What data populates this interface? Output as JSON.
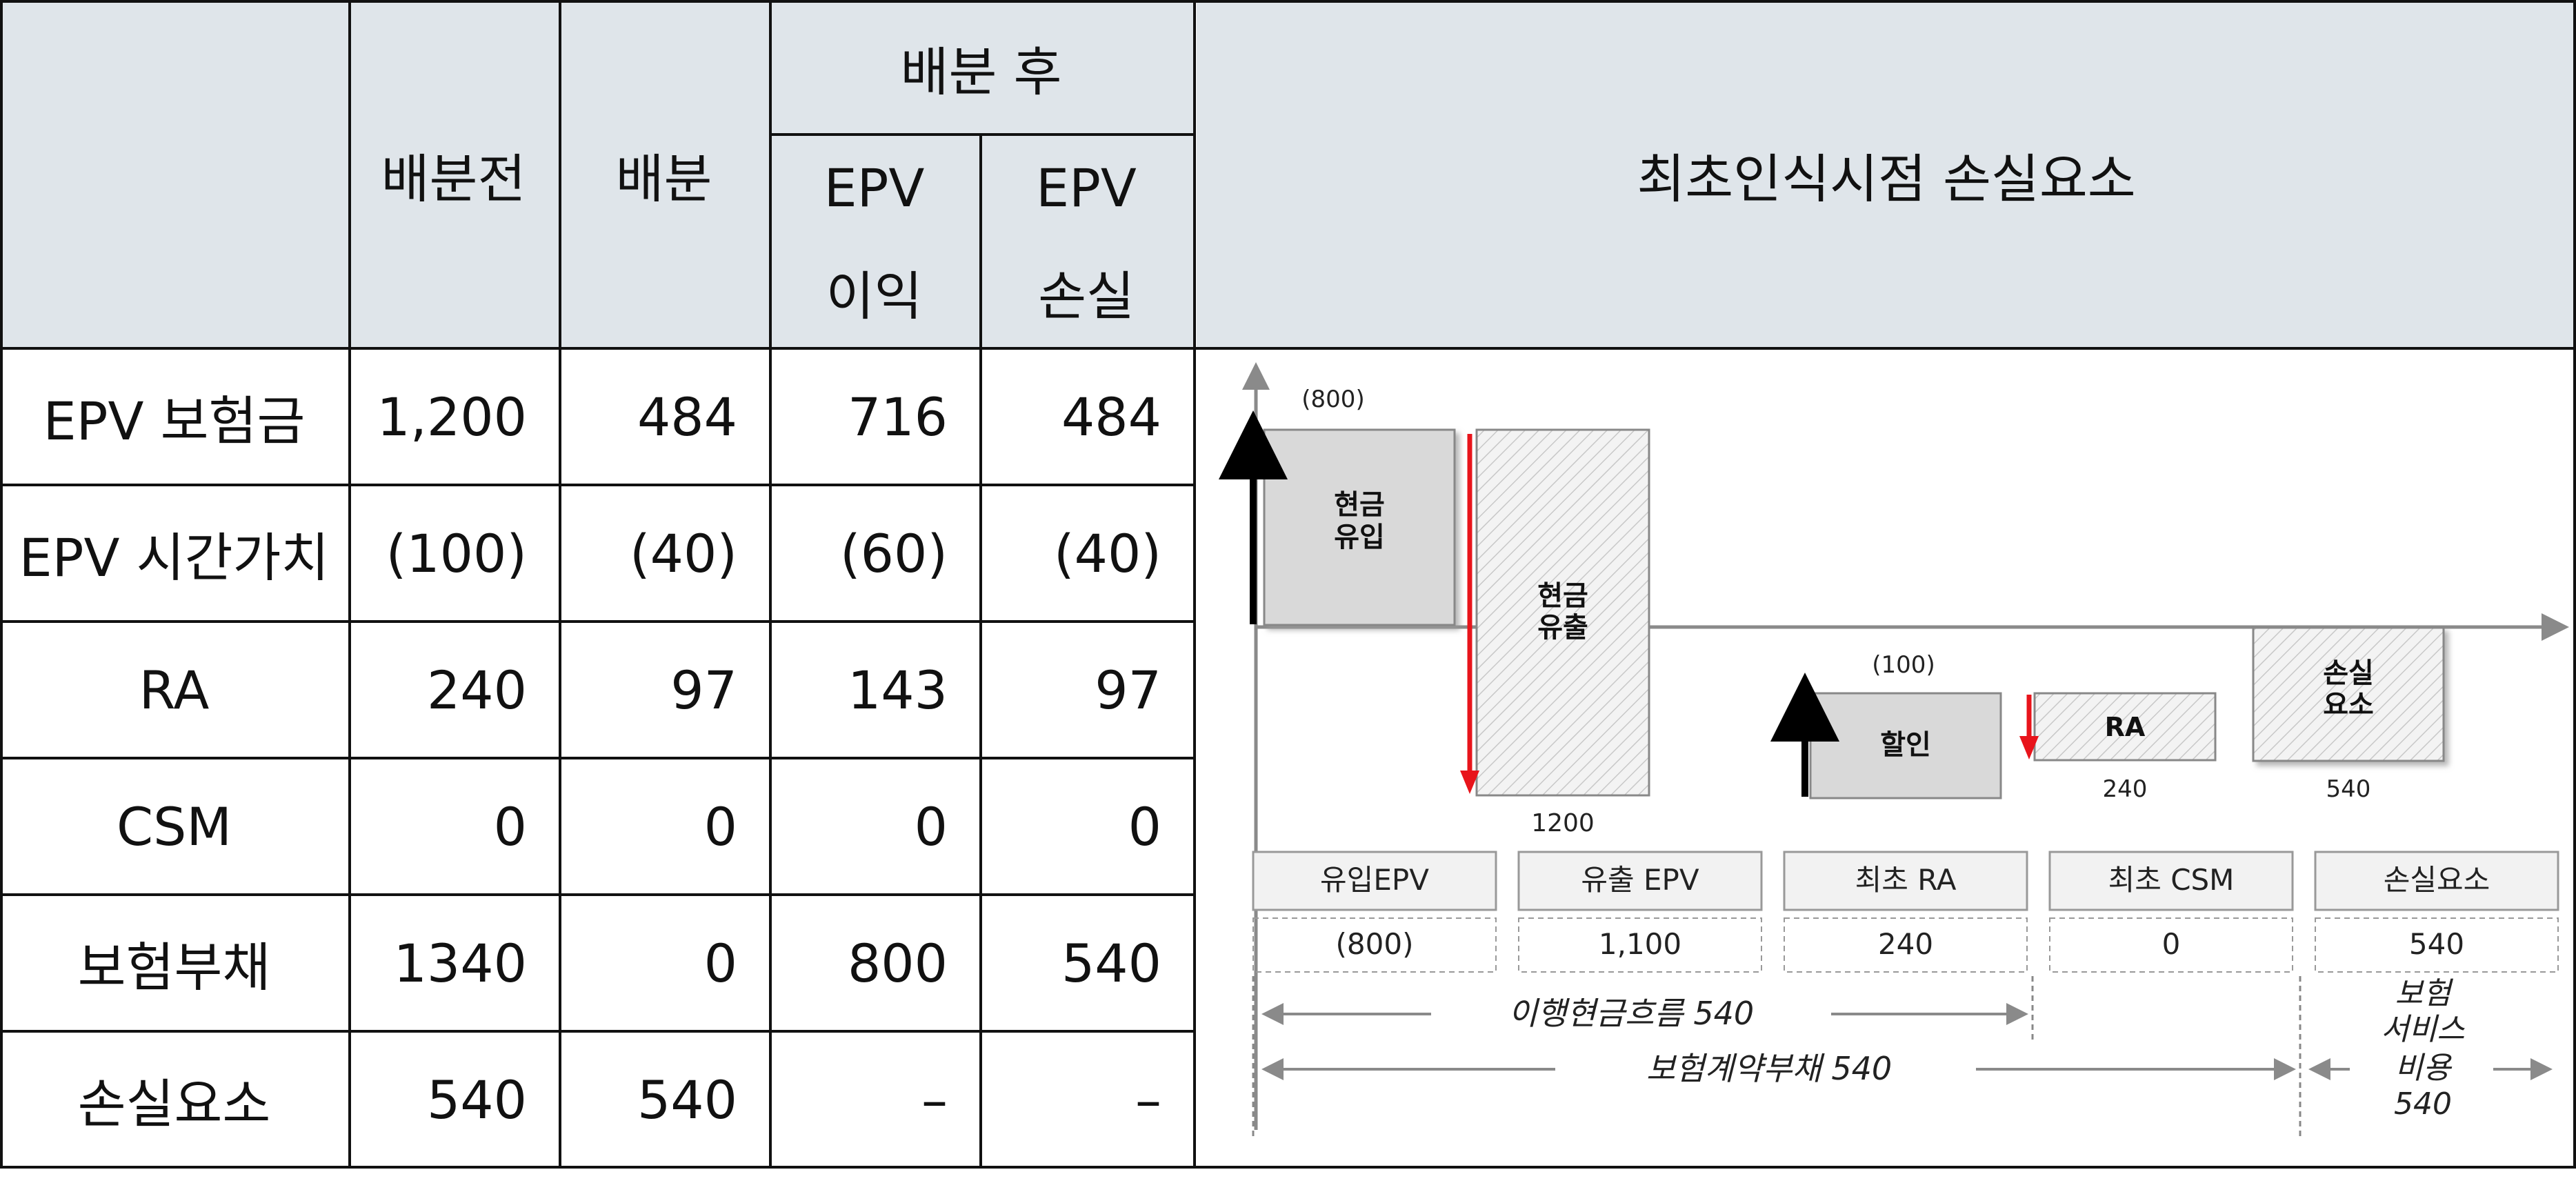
{
  "header": {
    "before": "배분전",
    "alloc": "배분",
    "after": "배분 후",
    "epv_profit": [
      "EPV",
      "이익"
    ],
    "epv_loss": [
      "EPV",
      "손실"
    ],
    "right_title": "최초인식시점 손실요소"
  },
  "rows": [
    {
      "label": "EPV 보험금",
      "values": [
        "1,200",
        "484",
        "716",
        "484"
      ]
    },
    {
      "label": "EPV 시간가치",
      "values": [
        "(100)",
        "(40)",
        "(60)",
        "(40)"
      ]
    },
    {
      "label": "RA",
      "values": [
        "240",
        "97",
        "143",
        "97"
      ]
    },
    {
      "label": "CSM",
      "values": [
        "0",
        "0",
        "0",
        "0"
      ]
    },
    {
      "label": "보험부채",
      "values": [
        "1340",
        "0",
        "800",
        "540"
      ]
    },
    {
      "label": "손실요소",
      "values": [
        "540",
        "540",
        "–",
        "–"
      ]
    }
  ],
  "diagram": {
    "inflow_value": "(800)",
    "inflow_box": [
      "현금",
      "유입"
    ],
    "outflow_box": [
      "현금",
      "유출"
    ],
    "outflow_value": "1200",
    "discount_value": "(100)",
    "discount_box": "할인",
    "ra_box": "RA",
    "ra_value": "240",
    "loss_box": [
      "손실",
      "요소"
    ],
    "loss_value": "540",
    "summary_labels": [
      "유입EPV",
      "유출 EPV",
      "최초 RA",
      "최초 CSM",
      "손실요소"
    ],
    "summary_values": [
      "(800)",
      "1,100",
      "240",
      "0",
      "540"
    ],
    "fcf_label": "이행현금흐름 540",
    "liability_label": "보험계약부채 540",
    "service_cost_label": [
      "보험",
      "서비스",
      "비용",
      "540"
    ]
  },
  "colors": {
    "header_bg": "#dfe5ea",
    "outflow_arrow": "#e8141b",
    "inflow_arrow": "#000000",
    "box_gray": "#d9d9d9"
  }
}
